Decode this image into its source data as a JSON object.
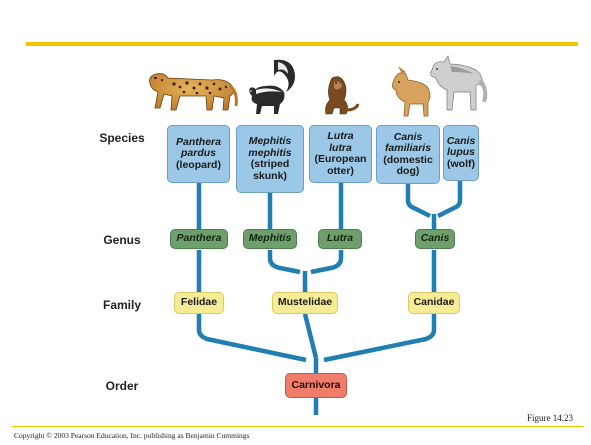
{
  "levels": {
    "species": "Species",
    "genus": "Genus",
    "family": "Family",
    "order": "Order"
  },
  "species": [
    {
      "scientific": [
        "Panthera",
        "pardus"
      ],
      "common": "(leopard)"
    },
    {
      "scientific": [
        "Mephitis",
        "mephitis"
      ],
      "common": "(striped skunk)"
    },
    {
      "scientific": [
        "Lutra",
        "lutra"
      ],
      "common": "(European otter)"
    },
    {
      "scientific": [
        "Canis",
        "familiaris"
      ],
      "common": "(domestic dog)"
    },
    {
      "scientific": [
        "Canis",
        "lupus"
      ],
      "common": "(wolf)"
    }
  ],
  "genus": [
    "Panthera",
    "Mephitis",
    "Lutra",
    "Canis"
  ],
  "family": [
    "Felidae",
    "Mustelidae",
    "Canidae"
  ],
  "order": "Carnivora",
  "figure_label": "Figure 14.23",
  "copyright": "Copyright © 2003 Pearson Education, Inc. publishing as Benjamin Cummings",
  "colors": {
    "accent_rule": "#f5c400",
    "connector": "#1f7fb3",
    "species_box": "#9ac8e6",
    "genus_box": "#6f9f6d",
    "family_box": "#f7ec96",
    "order_box": "#ef7d6a"
  },
  "icons": [
    "leopard-illustration",
    "skunk-illustration",
    "otter-illustration",
    "dog-illustration",
    "wolf-illustration"
  ]
}
